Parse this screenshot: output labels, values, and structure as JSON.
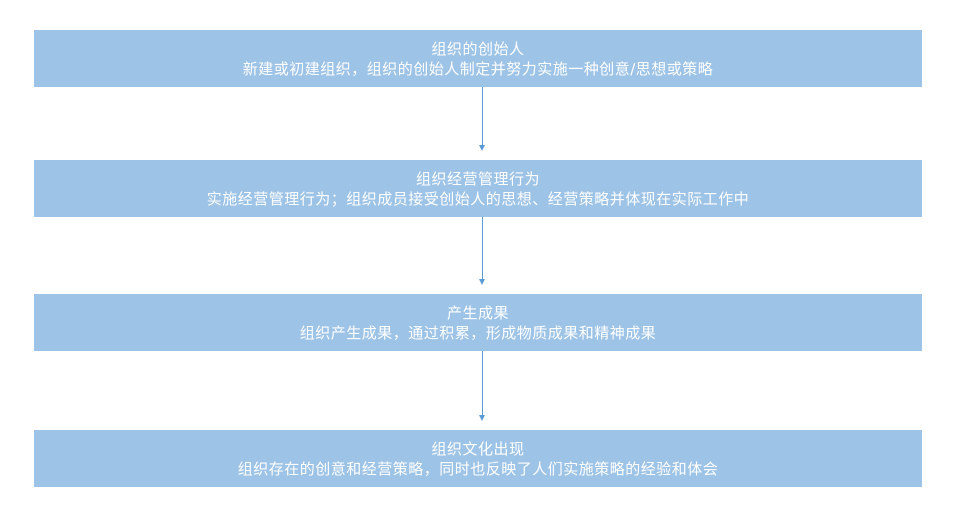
{
  "flow": {
    "steps": [
      {
        "title": "组织的创始人",
        "description": "新建或初建组织，组织的创始人制定并努力实施一种创意/思想或策略"
      },
      {
        "title": "组织经营管理行为",
        "description": "实施经营管理行为；组织成员接受创始人的思想、经营策略并体现在实际工作中"
      },
      {
        "title": "产生成果",
        "description": "组织产生成果，通过积累，形成物质成果和精神成果"
      },
      {
        "title": "组织文化出现",
        "description": "组织存在的创意和经营策略，同时也反映了人们实施策略的经验和体会"
      }
    ]
  },
  "colors": {
    "box_fill": "#9dc3e6",
    "box_text": "#ffffff",
    "arrow": "#5b9bd5"
  }
}
